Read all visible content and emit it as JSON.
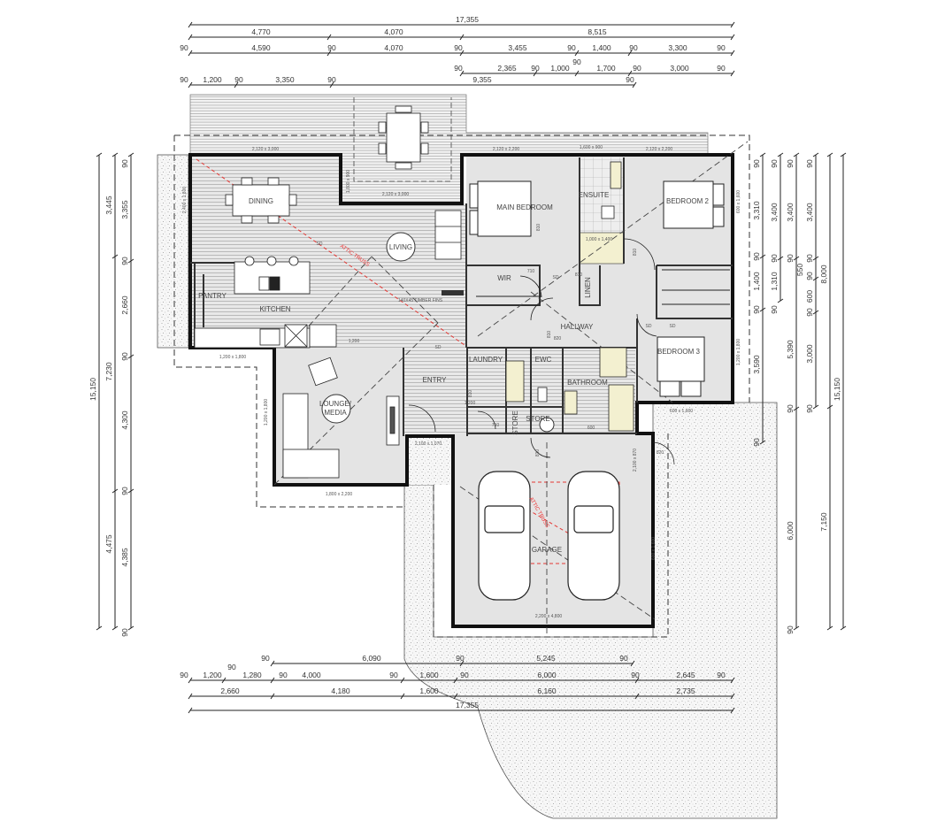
{
  "dimensions": {
    "top": {
      "overall": "17,355",
      "row2": [
        "4,770",
        "4,070",
        "8,515"
      ],
      "row3": [
        "90",
        "4,590",
        "90",
        "4,070",
        "90",
        "3,455",
        "90",
        "1,400",
        "90",
        "90",
        "3,300",
        "90"
      ],
      "row4": [
        "90",
        "2,365",
        "90",
        "1,000",
        "1,700",
        "90",
        "3,000",
        "90"
      ],
      "row5": [
        "90",
        "1,200",
        "90",
        "3,350",
        "90",
        "9,355",
        "90"
      ]
    },
    "bottom": {
      "row1": [
        "90",
        "6,090",
        "90",
        "5,245",
        "90"
      ],
      "row2": [
        "90",
        "1,200",
        "90",
        "1,280",
        "90",
        "4,000",
        "90",
        "1,600",
        "90",
        "6,000",
        "90",
        "2,645",
        "90"
      ],
      "row3": [
        "2,660",
        "4,180",
        "1,600",
        "6,160",
        "2,735"
      ],
      "overall": "17,355"
    },
    "left": {
      "overall": "15,150",
      "mid": [
        "3,445",
        "7,230",
        "4,475"
      ],
      "inner": [
        "90",
        "3,355",
        "90",
        "2,660",
        "90",
        "4,300",
        "90",
        "4,385",
        "90"
      ]
    },
    "right": {
      "a": [
        "90",
        "3,310",
        "90",
        "1,400",
        "90",
        "3,590",
        "90"
      ],
      "b": [
        "90",
        "3,400",
        "90",
        "1,310",
        "90"
      ],
      "c": [
        "90",
        "3,400",
        "90",
        "550",
        "5,390",
        "90",
        "6,000",
        "90"
      ],
      "d": [
        "90",
        "3,400",
        "90",
        "90",
        "600",
        "90",
        "3,000",
        "90"
      ],
      "e": [
        "8,000",
        "7,150"
      ],
      "f": [
        "15,150"
      ]
    }
  },
  "rooms": [
    "DINING",
    "LIVING",
    "PANTRY",
    "KITCHEN",
    "MAIN BEDROOM",
    "ENSUITE",
    "BEDROOM 2",
    "WIR",
    "LINEN",
    "HALLWAY",
    "LAUNDRY",
    "EWC",
    "BATHROOM",
    "BEDROOM 3",
    "ENTRY",
    "LOUNGE/",
    "MEDIA",
    "STORE",
    "STORE",
    "GARAGE"
  ],
  "annotations": [
    "2,120 x 3,000",
    "2,120 x 3,000",
    "2,120 x 2,200",
    "1,600 x 900",
    "2,120 x 2,200",
    "600 x 1,600",
    "1,200 x 1,800",
    "1,200 x 1,800",
    "1,200 x 1,800",
    "1,800 x 2,200",
    "2,100 x 1,070",
    "2,100 x 870",
    "600 x 1,600",
    "2,200 x 4,800",
    "600 x 1,600",
    "1,200",
    "1,000 x 1,400",
    "140X45 TIMBER FINS",
    "2,400 x 1,800",
    "1,800 x 900",
    "810",
    "710",
    "810",
    "810",
    "710",
    "810",
    "820",
    "810",
    "810",
    "820",
    "600",
    "1,200",
    "SD",
    "SD",
    "SD",
    "SD",
    "SD"
  ],
  "truss_labels": [
    "ATTIC TRUSS",
    "ATTIC TRUSS"
  ],
  "colors": {
    "wall": "#111111",
    "floor": "#e4e4e4",
    "truss": "#e53935",
    "wet_area": "#f3f0d0"
  }
}
